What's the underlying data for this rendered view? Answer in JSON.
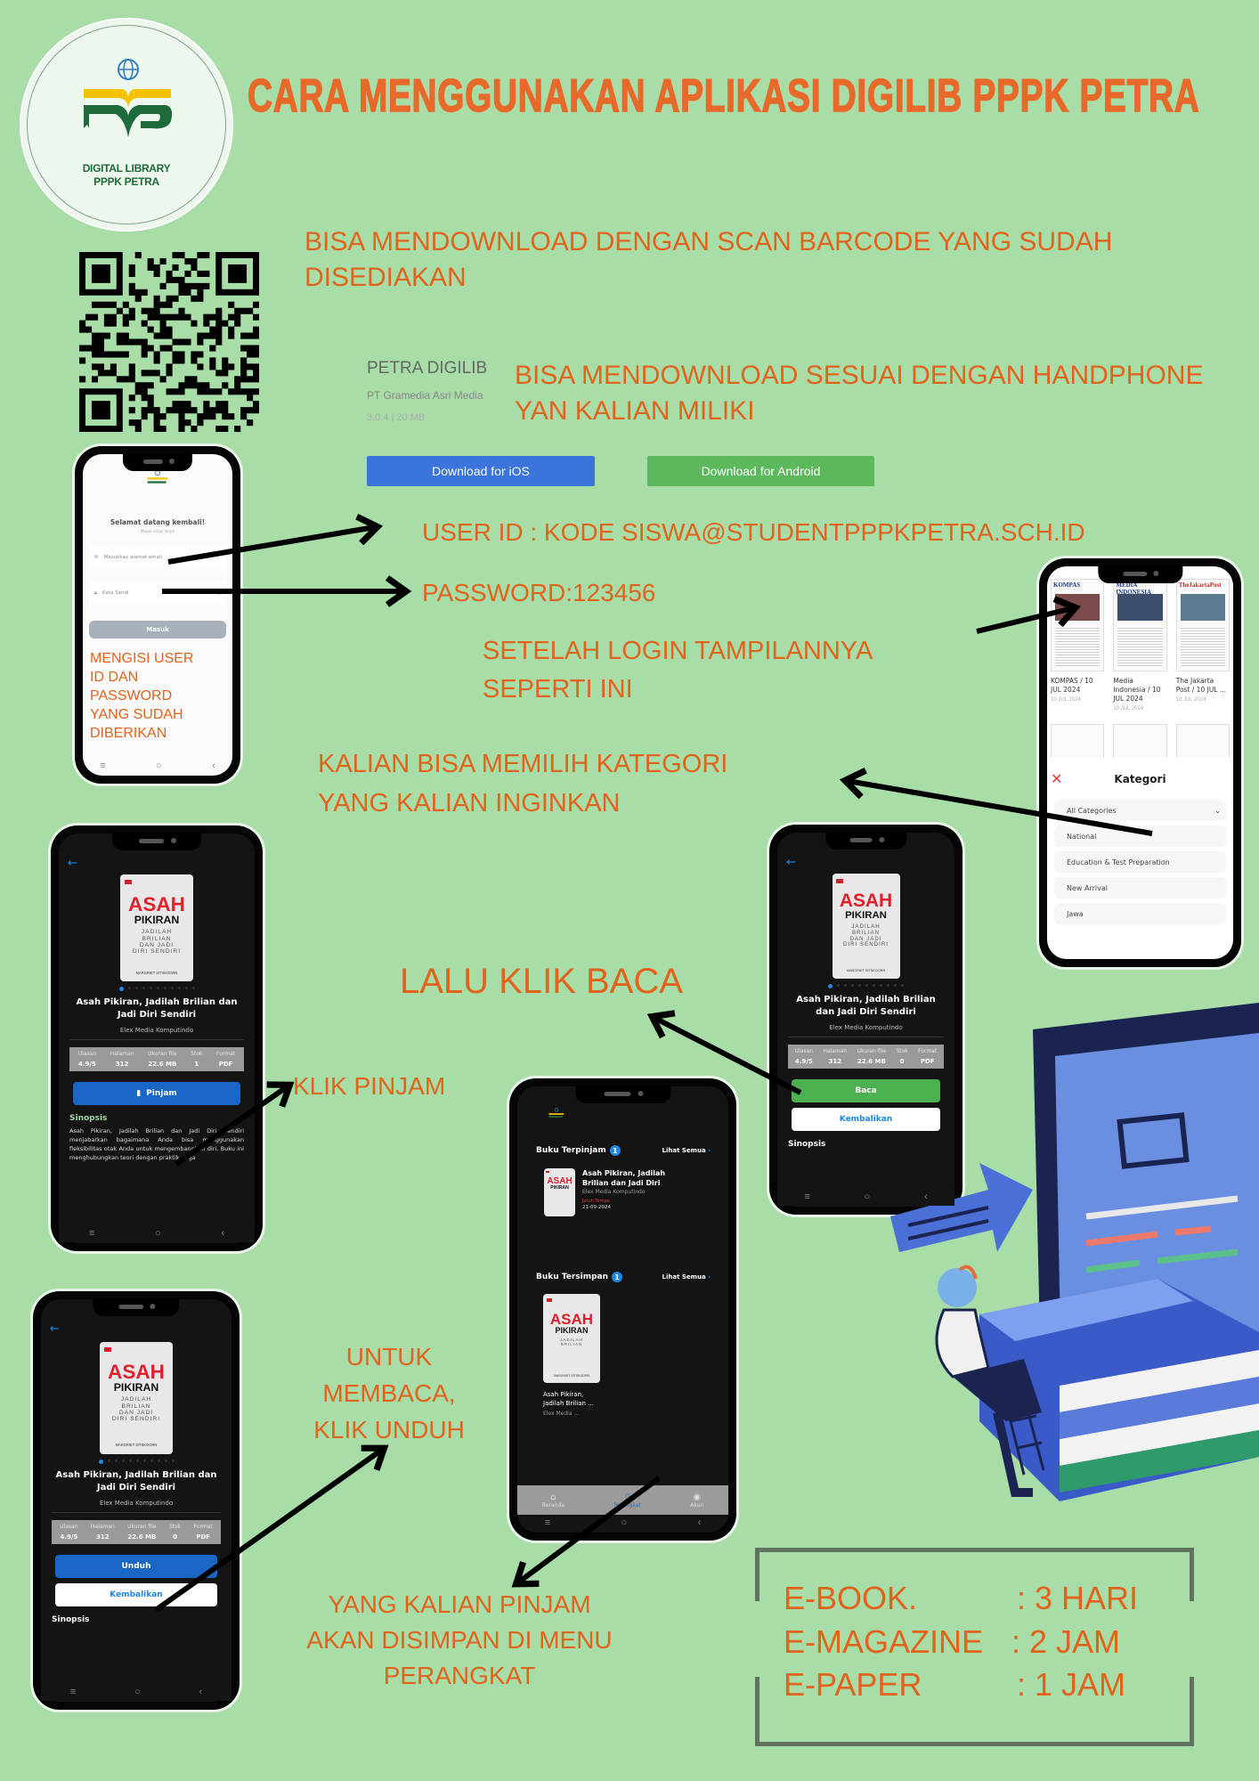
{
  "logo": {
    "line1": "DIGITAL LIBRARY",
    "line2": "PPPK PETRA"
  },
  "title": "CARA MENGGUNAKAN APLIKASI DIGILIB PPPK PETRA",
  "steps": {
    "scan": [
      "BISA MENDOWNLOAD DENGAN SCAN BARCODE YANG SUDAH",
      "DISEDIAKAN"
    ],
    "device": [
      "BISA MENDOWNLOAD SESUAI DENGAN HANDPHONE",
      "YAN KALIAN MILIKI"
    ],
    "user_id": "USER ID : KODE SISWA@STUDENTPPPKPETRA.SCH.ID",
    "password": "PASSWORD:123456",
    "fill": [
      "MENGISI USER",
      "ID DAN",
      "PASSWORD",
      "YANG SUDAH",
      "DIBERIKAN"
    ],
    "after_login": [
      "SETELAH LOGIN TAMPILANNYA",
      "SEPERTI INI"
    ],
    "category": [
      "KALIAN BISA MEMILIH KATEGORI",
      "YANG KALIAN INGINKAN"
    ],
    "read": "LALU KLIK BACA",
    "borrow": "KLIK PINJAM",
    "download": [
      "UNTUK",
      "MEMBACA,",
      "KLIK UNDUH"
    ],
    "saved": [
      "YANG KALIAN PINJAM",
      "AKAN DISIMPAN DI MENU",
      "PERANGKAT"
    ]
  },
  "app_info": {
    "name": "PETRA DIGILIB",
    "publisher": "PT Gramedia Asri Media",
    "meta": "3.0.4 | 20 MB",
    "ios_label": "Download for iOS",
    "android_label": "Download for Android"
  },
  "login": {
    "welcome": "Selamat datang kembali!",
    "subtitle": "Masuk untuk lanjut",
    "email_placeholder": "Masukkan alamat email",
    "password_placeholder": "Kata Sandi",
    "submit": "Masuk"
  },
  "newspapers": [
    {
      "masthead": "KOMPAS",
      "caption": "KOMPAS / 10 JUL 2024",
      "date": "10 JUL 2024"
    },
    {
      "masthead": "MEDIA INDONESIA",
      "caption": "Media Indonesia / 10 JUL 2024",
      "date": "10 JUL 2024"
    },
    {
      "masthead": "TheJakartaPost",
      "caption": "The Jakarta Post / 10 JUL ...",
      "date": "10 JUL 2024"
    }
  ],
  "kategori": {
    "title": "Kategori",
    "items": [
      "All Categories",
      "National",
      "Education & Test Preparation",
      "New Arrival",
      "Jawa"
    ]
  },
  "book": {
    "cover_title_1": "ASAH",
    "cover_title_2": "PIKIRAN",
    "cover_subtitle": [
      "JADILAH",
      "BRILIAN",
      "DAN JADI",
      "DIRI SENDIRI"
    ],
    "cover_author": "MARGRIET SITSKOORN",
    "title": "Asah Pikiran, Jadilah Brilian dan Jadi Diri Sendiri",
    "publisher": "Elex Media Komputindo",
    "stat_headers": [
      "Ulasan",
      "Halaman",
      "Ukuran file",
      "Stok",
      "Format"
    ],
    "rating": "4.9/5",
    "pages": "312",
    "size": "22.6 MB",
    "format": "PDF",
    "synopsis_label": "Sinopsis",
    "synopsis": "Asah Pikiran, Jadilah Brilian dan Jadi Diri Sendiri menjabarkan bagaimana Anda bisa menggunakan fleksibilitas otak Anda untuk mengembangkan diri. Buku ini menghubungkan teori dengan praktik, juga"
  },
  "detail_pinjam": {
    "stock": "1",
    "primary": "Pinjam"
  },
  "detail_baca": {
    "stock": "0",
    "primary": "Baca",
    "secondary": "Kembalikan"
  },
  "detail_unduh": {
    "stock": "0",
    "primary": "Unduh",
    "secondary": "Kembalikan"
  },
  "perangkat": {
    "borrowed_title": "Buku Terpinjam",
    "borrowed_count": "1",
    "saved_title": "Buku Tersimpan",
    "saved_count": "1",
    "see_all": "Lihat Semua",
    "borrowed_book_title": "Asah Pikiran, Jadilah Brilian dan Jadi Diri",
    "borrowed_book_publisher": "Elex Media Komputindo",
    "due_label": "Jatuh Tempo",
    "due_date": "21-09-2024",
    "saved_book_title": "Asah Pikiran, Jadilah Brilian ...",
    "saved_book_publisher": "Elex Media ...",
    "tabs": [
      "Beranda",
      "Perangkat",
      "Akun"
    ]
  },
  "loan_periods": [
    {
      "type": "E-BOOK.",
      "duration": ": 3 HARI"
    },
    {
      "type": "E-MAGAZINE",
      "duration": ": 2 JAM"
    },
    {
      "type": "E-PAPER",
      "duration": ": 1 JAM"
    }
  ],
  "colors": {
    "background": "#a8dda8",
    "accent": "#e2631b",
    "ios_button": "#3b74db",
    "android_button": "#5cb85c"
  }
}
